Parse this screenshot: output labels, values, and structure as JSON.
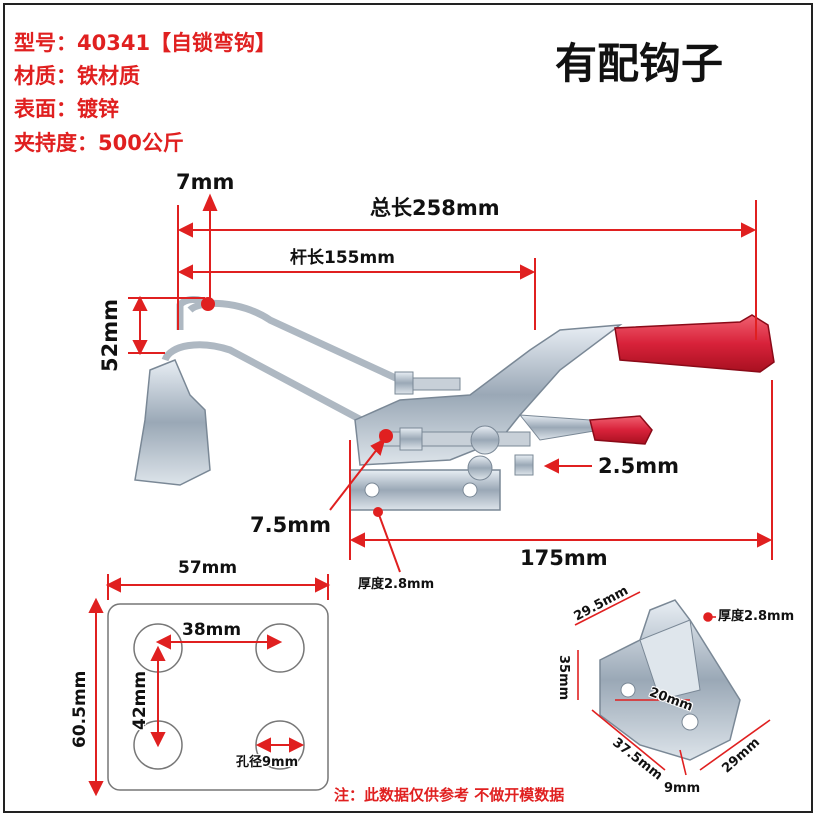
{
  "specs": {
    "model": "型号：40341【自锁弯钩】",
    "material": "材质：铁材质",
    "surface": "表面：镀锌",
    "force": "夹持度：500公斤"
  },
  "title": "有配钩子",
  "dimensions": {
    "total_length": "总长258mm",
    "rod_length": "杆长155mm",
    "offset_top": "7mm",
    "height": "52mm",
    "handle_gap": "2.5mm",
    "base_offset": "7.5mm",
    "base_length": "175mm",
    "base_thickness": "厚度2.8mm"
  },
  "base_plate": {
    "width": "57mm",
    "height": "60.5mm",
    "hole_spacing_x": "38mm",
    "hole_spacing_y": "42mm",
    "hole_diameter": "孔径9mm"
  },
  "hook": {
    "side_length": "29.5mm",
    "thickness": "厚度2.8mm",
    "height": "35mm",
    "inner": "20mm",
    "depth": "37.5mm",
    "width": "29mm",
    "hole": "9mm"
  },
  "note": "注：此数据仅供参考 不做开模数据",
  "colors": {
    "accent_red": "#e02020",
    "handle_red": "#d8223a",
    "steel": "#b8c4d0"
  }
}
